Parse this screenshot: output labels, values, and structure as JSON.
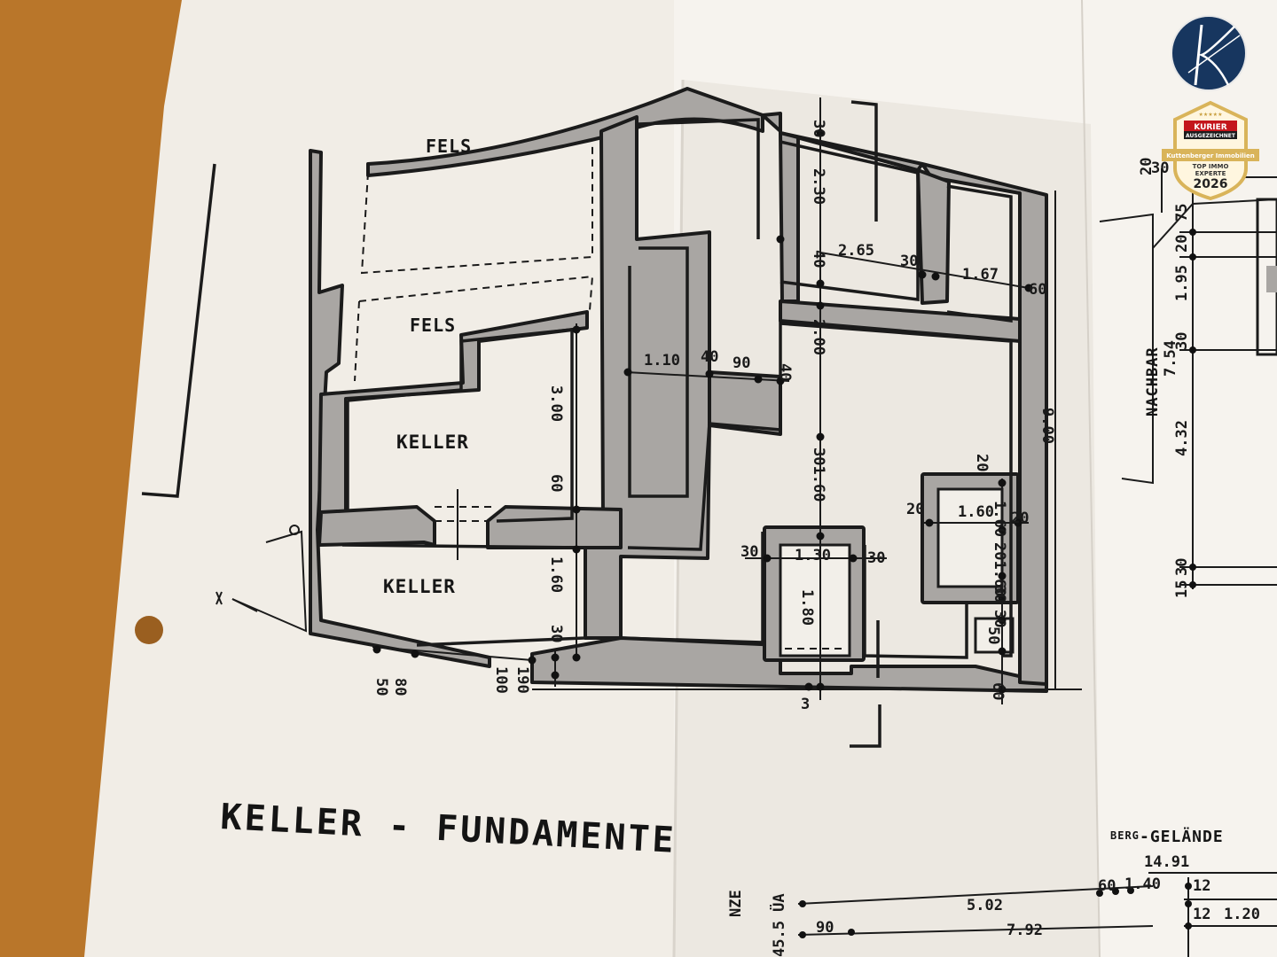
{
  "labels": {
    "fels_top": "FELS",
    "fels_mid": "FELS",
    "keller_upper": "KELLER",
    "keller_lower": "KELLER",
    "title": "KELLER - FUNDAMENTE",
    "nachbar": "NACHBAR",
    "berg_prefix": "BERG",
    "berg_main": "-GELÄNDE",
    "grenze_fragment": "NZE",
    "ua": "45.5 ÜA"
  },
  "dimensions": {
    "d_30_top": "30",
    "d_230": "2.30",
    "d_265": "2.65",
    "d_30_mid": "30",
    "d_167": "1.67",
    "d_60_right": "60",
    "d_40_a": "40",
    "d_200": "2.00",
    "d_110": "1.10",
    "d_40_b": "40",
    "d_90": "90",
    "d_40_c": "40",
    "d_300": "3.00",
    "d_900": "9.00",
    "d_60_left": "60",
    "d_301_60": "301.60",
    "d_20_a": "20",
    "d_20_b": "20",
    "d_160_a": "1.60",
    "d_20_c": "20",
    "d_160_b": "1.60",
    "d_201_60": "201.60",
    "d_30_c": "30",
    "d_130": "1.30",
    "d_30_d": "30",
    "d_160_c": "1.60",
    "d_180": "1.80",
    "d_30_e": "30",
    "d_30_f": "30",
    "d_50_r": "50",
    "d_30_g": "30",
    "d_50": "50",
    "d_80": "80",
    "d_100": "100",
    "d_190": "190",
    "d_3": "3",
    "d_60_bot": "60"
  },
  "right_sheet": {
    "d_20": "20",
    "d_75": "75",
    "d_20b": "20",
    "d_195": "1.95",
    "d_30": "30",
    "d_754": "7.54",
    "d_432": "4.32",
    "d_30b": "30",
    "d_15": "15",
    "d_30c": "30"
  },
  "bottom_dims": {
    "d_1491": "14.91",
    "d_60": "60",
    "d_140": "1.40",
    "d_12a": "12",
    "d_502": "5.02",
    "d_90": "90",
    "d_12b": "12",
    "d_120": "1.20",
    "d_792": "7.92"
  },
  "badge": {
    "brand": "KURIER",
    "line1": "AUSGEZEICHNET",
    "company": "Kuttenberger Immobilien",
    "line2": "TOP IMMO",
    "line3": "EXPERTE",
    "year": "2026"
  },
  "colors": {
    "table": "#b9762a",
    "paper": "#f3efe8",
    "wall_fill": "#a9a6a3",
    "ink": "#1b1b1b",
    "logo_blue": "#17365f",
    "badge_gold": "#d9b45a"
  }
}
